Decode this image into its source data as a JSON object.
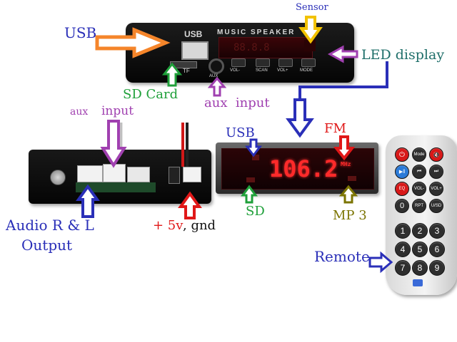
{
  "labels": {
    "usb_top": "USB",
    "sensor": "Sensor",
    "led_display": "LED display",
    "sd_card": "SD Card",
    "aux_input_top": "aux  input",
    "aux_input_left_1": "aux",
    "aux_input_left_2": "input",
    "usb_display": "USB",
    "fm": "FM",
    "sd": "SD",
    "mp3": "MP 3",
    "audio_out_1": "Audio R & L",
    "audio_out_2": "Output",
    "power_v": "+ 5v",
    "power_gnd": ", gnd",
    "remote": "Remote"
  },
  "front_panel": {
    "usb_port_label": "USB",
    "brand_text": "MUSIC SPEAKER",
    "tf_label": "TF",
    "aux_label": "AUX",
    "buttons": [
      "VOL-",
      "SCAN",
      "VOL+",
      "MODE"
    ]
  },
  "display": {
    "reading": "106.2",
    "unit": "MHz"
  },
  "remote": {
    "buttons": [
      "",
      "Mode",
      "",
      "",
      "",
      "",
      "EQ",
      "VOL-",
      "VOL+",
      "0",
      "RPT",
      "U/SD",
      "1",
      "2",
      "3",
      "4",
      "5",
      "6",
      "7",
      "8",
      "9"
    ]
  },
  "colors": {
    "orange": "#f5852a",
    "yellow": "#f2c200",
    "purple": "#a040b0",
    "teal": "#1f6f6a",
    "green": "#1fa03a",
    "blue": "#2a2fb8",
    "red": "#e01818",
    "olive": "#7b7400"
  }
}
